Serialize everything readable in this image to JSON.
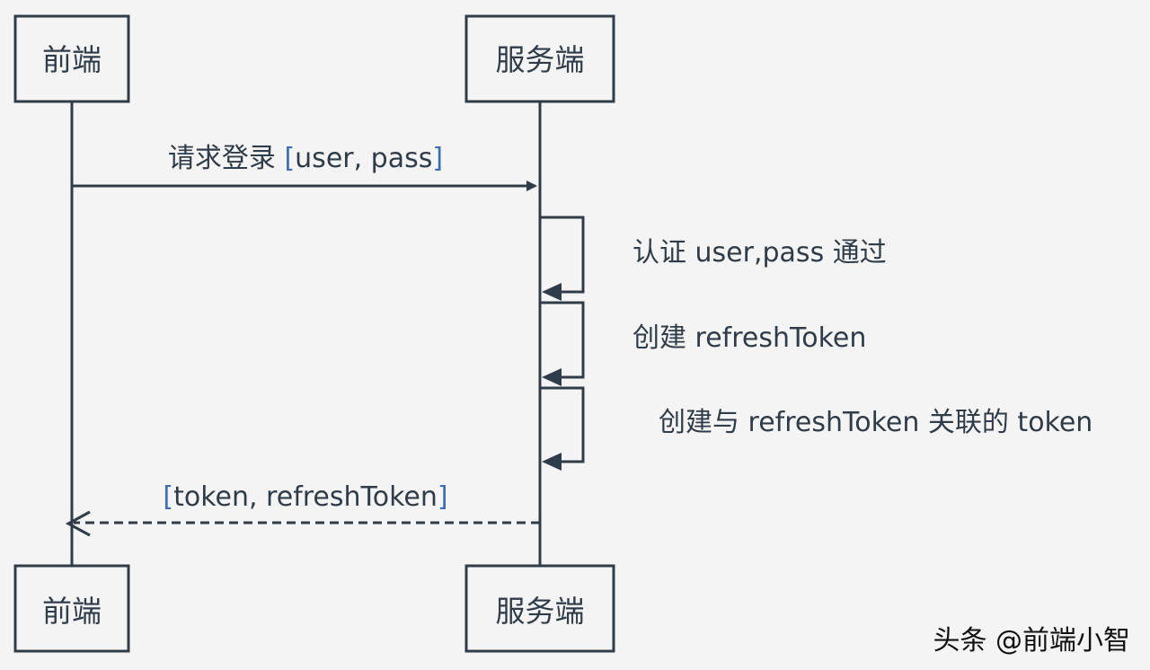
{
  "participants": {
    "frontend": "前端",
    "server": "服务端"
  },
  "messages": {
    "login_prefix": "请求登录 ",
    "login_open": "[",
    "login_args": "user, pass",
    "login_close": "]",
    "response_open": "[",
    "response_args": "token, refreshToken",
    "response_close": "]"
  },
  "notes": {
    "authenticate": "认证 user,pass 通过",
    "create_refresh": "创建 refreshToken",
    "create_token": "创建与 refreshToken 关联的 token"
  },
  "watermark": "头条 @前端小智",
  "colors": {
    "line": "#2f3c49",
    "bracket": "#3d6fb0",
    "box_fill": "#f4f4f4"
  }
}
